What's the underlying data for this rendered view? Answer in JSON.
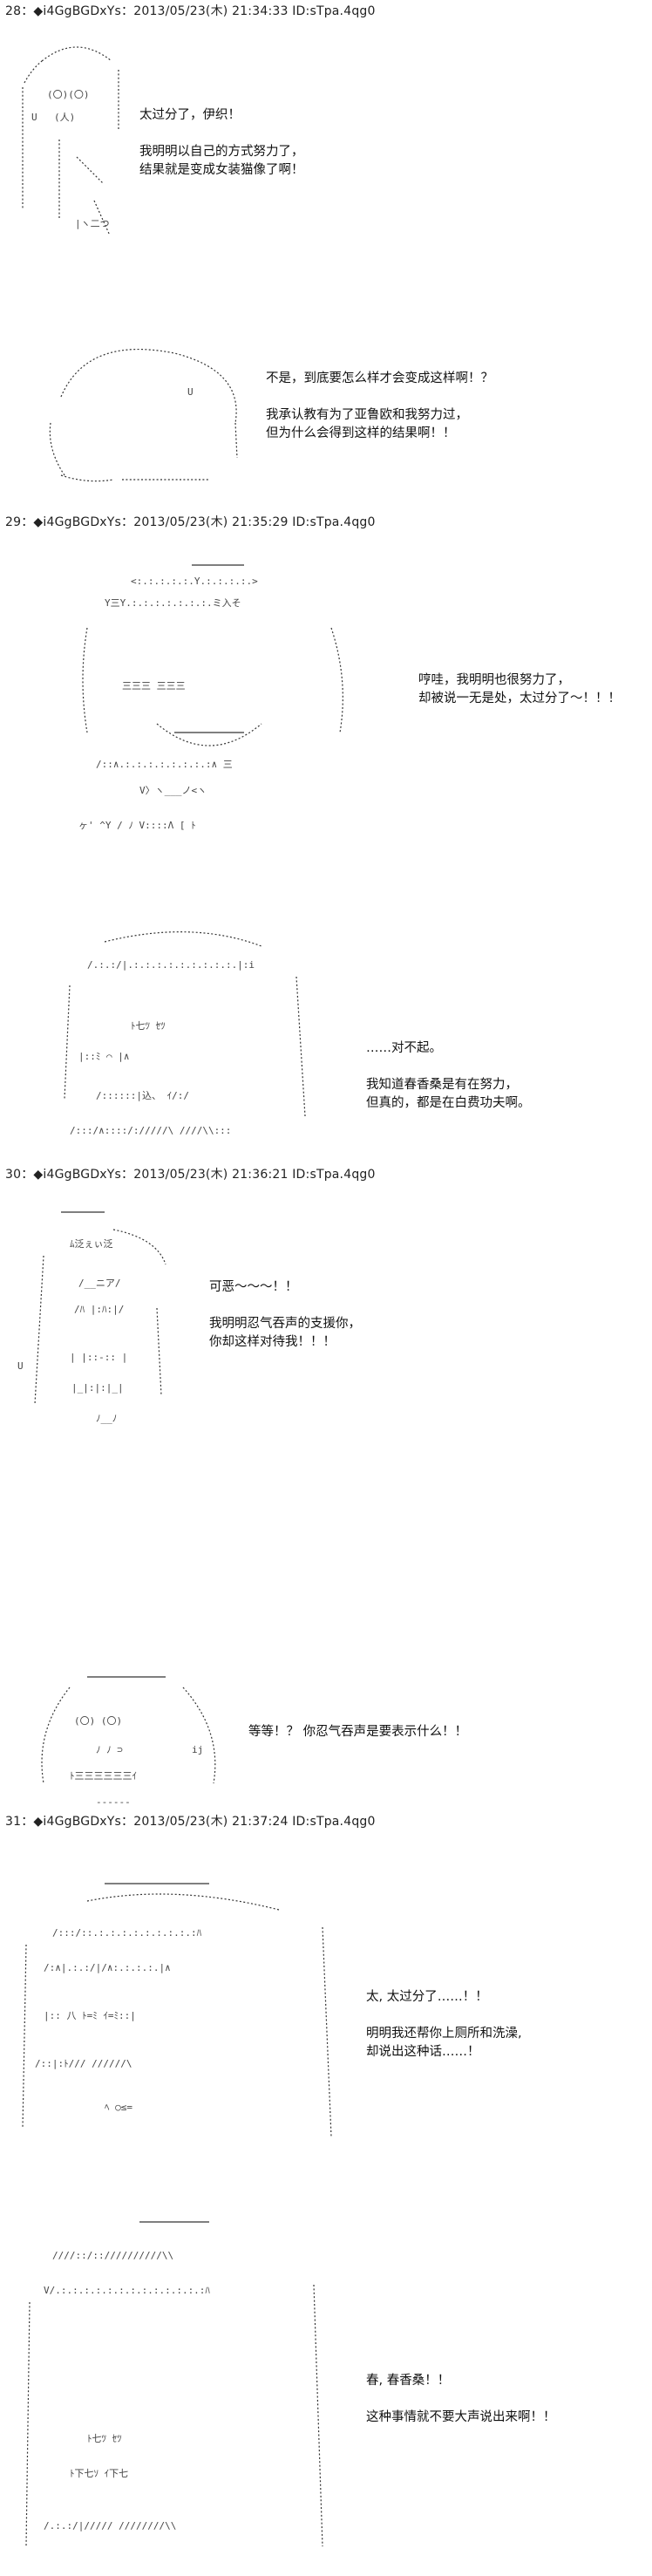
{
  "posts": [
    {
      "header": "28：◆i4GgBGDxYs：2013/05/23(木) 21:34:33 ID:sTpa.4qg0"
    },
    {
      "header": "29：◆i4GgBGDxYs：2013/05/23(木) 21:35:29 ID:sTpa.4qg0"
    },
    {
      "header": "30：◆i4GgBGDxYs：2013/05/23(木) 21:36:21 ID:sTpa.4qg0"
    },
    {
      "header": "31：◆i4GgBGDxYs：2013/05/23(木) 21:37:24 ID:sTpa.4qg0"
    }
  ],
  "dialogs": [
    {
      "lines": [
        "太过分了，伊织！",
        "",
        "我明明以自己的方式努力了，",
        "结果就是变成女装猫像了啊！"
      ]
    },
    {
      "lines": [
        "不是，到底要怎么样才会变成这样啊！？",
        "",
        "我承认教有为了亚鲁欧和我努力过，",
        "但为什么会得到这样的结果啊！！"
      ]
    },
    {
      "lines": [
        "哼哇，我明明也很努力了，",
        "却被说一无是处，太过分了～！！！"
      ]
    },
    {
      "lines": [
        "……对不起。",
        "",
        "我知道春香桑是有在努力，",
        "但真的，都是在白费功夫啊。"
      ]
    },
    {
      "lines": [
        "可恶～～～！！",
        "",
        "我明明忍气吞声的支援你，",
        "你却这样对待我！！！"
      ]
    },
    {
      "lines": [
        "等等！？ 你忍气吞声是要表示什么！！"
      ]
    },
    {
      "lines": [
        "太, 太过分了……！！",
        "",
        "明明我还帮你上厕所和洗澡,",
        "却说出这种话……！"
      ]
    },
    {
      "lines": [
        "春, 春香桑！！",
        "",
        "这种事情就不要大声说出来啊！！"
      ]
    }
  ],
  "art_text": {
    "a1_face": "(〇)(〇)",
    "a1_mouth": "(人)",
    "a1_hand": "|ヽ二つ",
    "a1_u": "U",
    "a3_top": "<:.:.:.:.:.Y.:.:.:.:.>",
    "a3_row1": "Y三Y.:.:.:.:.:.:.:.ミ入そ",
    "a3_eyes": "三三三     三三三",
    "a3_row2": "/::∧.:.:.:.:.:.:.:.:∧ 三",
    "a3_row3": "V〉ヽ___ノ<ヽ",
    "a3_row4": "ヶ'    ^Y  /  ﾉ  V::::Λ  [   ﾄ",
    "a4_row1": "/.:.:/|.:.:.:.:.:.:.:.:.:.|:i",
    "a4_eyes": "ﾄ七ﾂ        ｾﾂ",
    "a4_row2": "|::ﾐ     ⌒     |∧",
    "a4_row3": "/::::::|込、      ｲ/:/",
    "a4_row4": "/:::/∧::::/://///\\   ////\\\\:::",
    "a5_top": "ﾑ泛ぇぃ泛",
    "a5_row1": "/__ニア/",
    "a5_row2": "/ﾊ |:ﾊ:|/",
    "a5_row3": "| |::-:: |",
    "a5_row4": "|_|:|:|_|",
    "a5_row5": "ﾉ__ﾉ",
    "a6_eyes": "(〇)    (〇)",
    "a6_mouth": "ﾉ ﾉ ⊃",
    "a6_row": "ﾄ三三三三三三ｲ",
    "a6_base": "------",
    "a6_ij": "ij",
    "a7_row1": "/:::/::.:.:.:.:.:.:.:.:.:ﾊ",
    "a7_row2": "/:∧|.:.:/|/∧:.:.:.:.|∧",
    "a7_row3": "|:: 八  ﾄ=ﾐ    ｲ=ﾐ::|",
    "a7_row4": "/::|:ﾄ///    //////\\",
    "a7_row5": "ﾍ         ○≤=",
    "a8_row1": "////::/:://////////\\\\",
    "a8_row2": "V/.:.:.:.:.:.:.:.:.:.:.:.:.:ﾊ",
    "a8_eyes": "ﾄ七ﾂ        ｾﾂ",
    "a8_row3": "ﾄ下七ｿ      ｲ下七",
    "a8_row4": "/.:.:/|/////  ////////\\\\"
  }
}
